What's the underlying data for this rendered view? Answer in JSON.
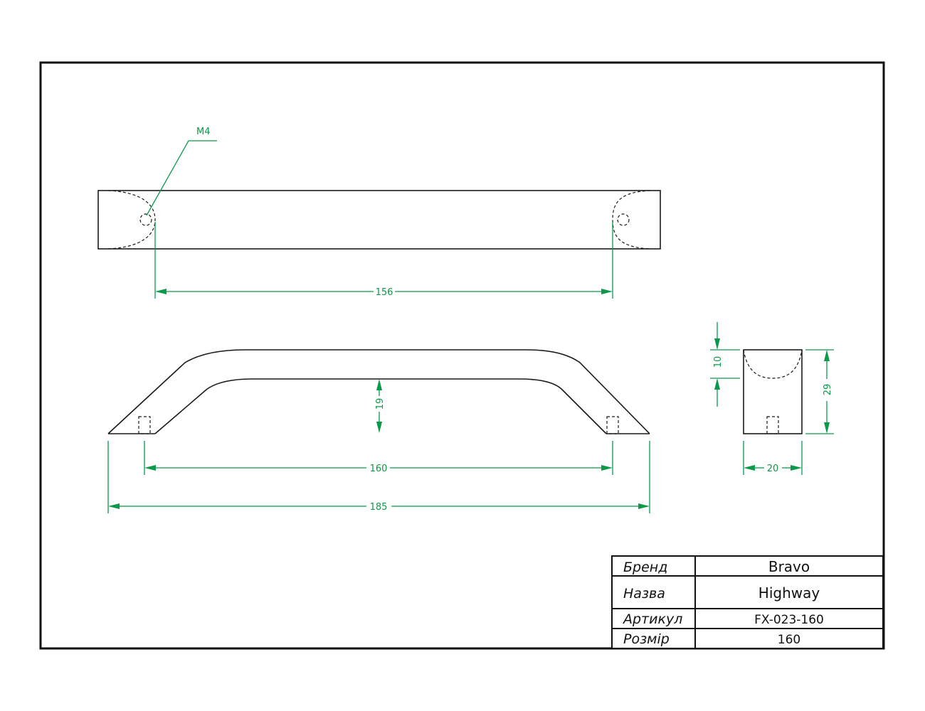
{
  "thread_callout": "M4",
  "dimensions": {
    "hole_spacing_top": "156",
    "handle_height": "19",
    "center_distance": "160",
    "overall_length": "185",
    "end_recess": "10",
    "end_height": "29",
    "end_width": "20"
  },
  "title_block": {
    "rows": [
      {
        "label": "Бренд",
        "value": "Bravo"
      },
      {
        "label": "Назва",
        "value": "Highway"
      },
      {
        "label": "Артикул",
        "value": "FX-023-160"
      },
      {
        "label": "Розмір",
        "value": "160"
      }
    ]
  },
  "colors": {
    "dimension": "#0a9a4a",
    "outline": "#1a1a1a"
  }
}
